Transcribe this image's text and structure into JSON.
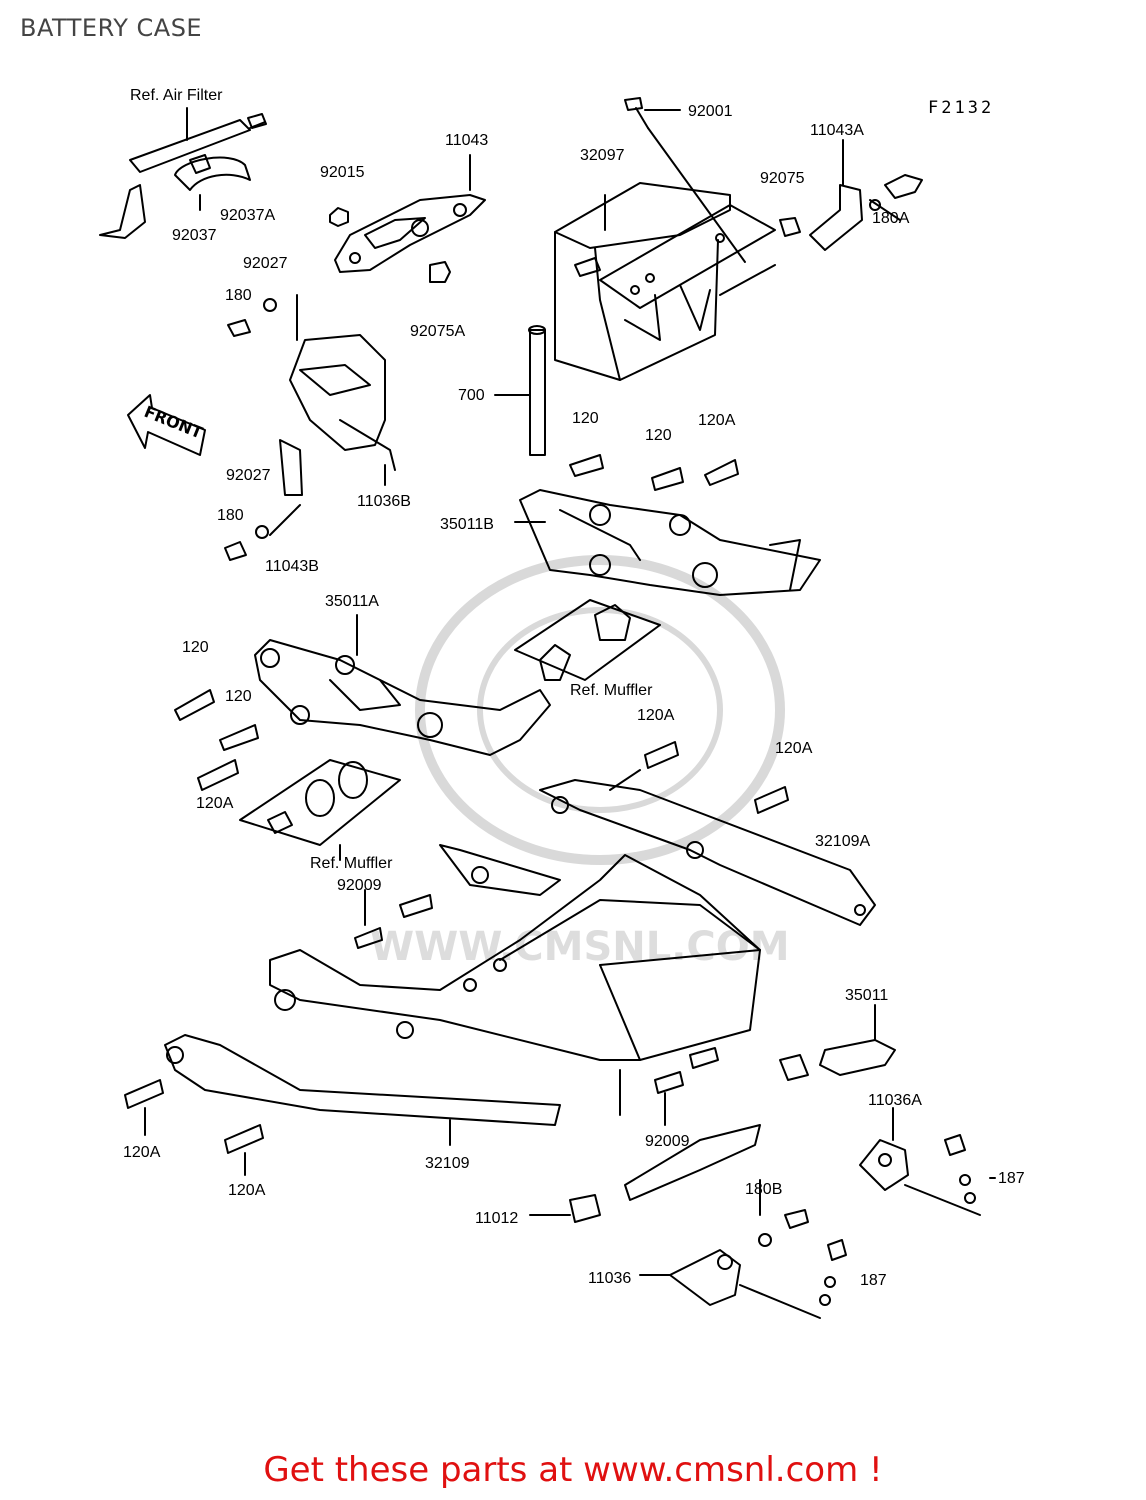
{
  "page": {
    "title": "BATTERY CASE",
    "diagram_code": "F2132",
    "footer_text": "Get these parts at www.cmsnl.com !",
    "front_arrow_text": "FRONT"
  },
  "watermark": {
    "text": "WWW.CMSNL.COM",
    "color": "#d9d9d9"
  },
  "colors": {
    "footer": "#e01010",
    "title": "#444444",
    "lines": "#000000"
  },
  "labels": [
    "Ref. Air Filter",
    "92037",
    "92037A",
    "92015",
    "11043",
    "92075A",
    "92027",
    "180",
    "92001",
    "32097",
    "92075",
    "11043A",
    "180A",
    "700",
    "92027",
    "180",
    "11043B",
    "11036B",
    "120",
    "120",
    "120A",
    "35011B",
    "35011A",
    "120",
    "120",
    "120A",
    "Ref. Muffler",
    "Ref. Muffler",
    "120A",
    "120A",
    "32109A",
    "92009",
    "35011",
    "120A",
    "120A",
    "32109",
    "92009",
    "11036A",
    "187",
    "11012",
    "180B",
    "11036",
    "187"
  ]
}
